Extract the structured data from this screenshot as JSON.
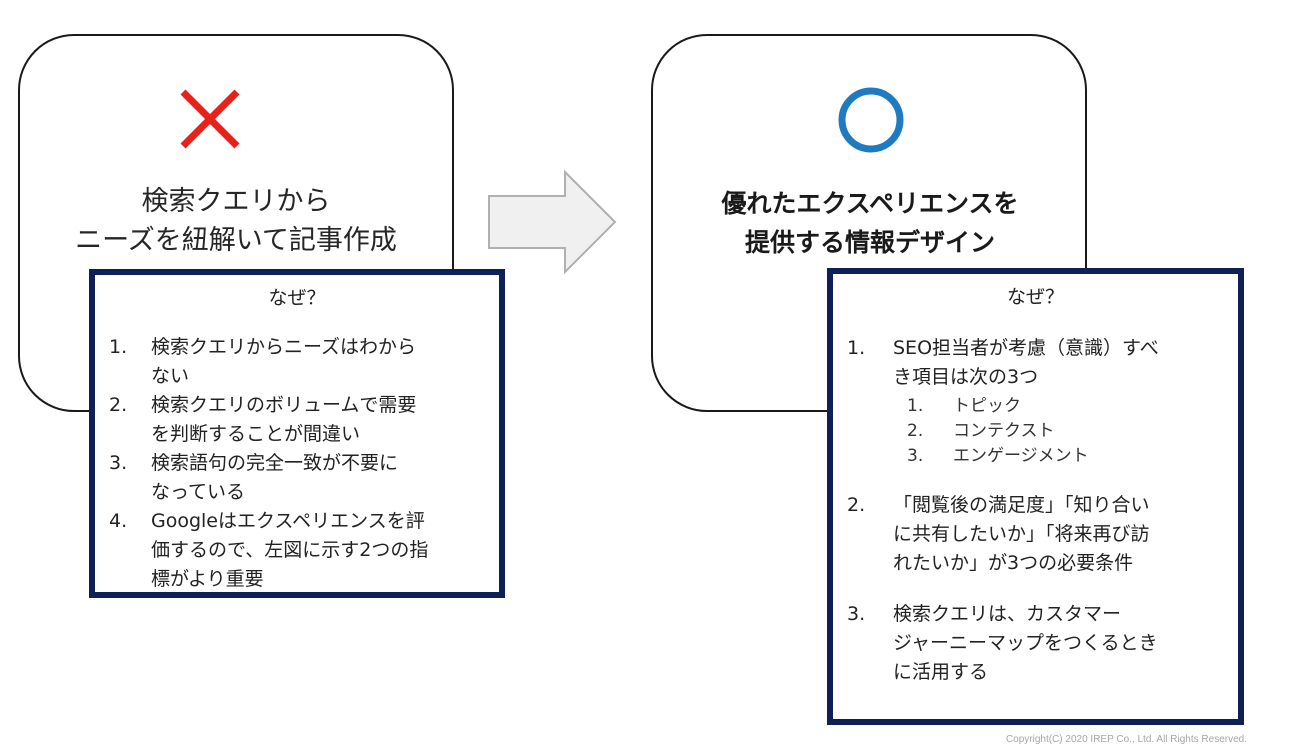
{
  "left_panel": {
    "symbol_icon": "cross-mark-icon",
    "symbol_color": "#e8211b",
    "heading_lines": [
      "検索クエリから",
      "ニーズを紐解いて記事作成"
    ],
    "reasons_title": "なぜ？",
    "reasons": [
      {
        "num": "1.",
        "text": [
          "検索クエリからニーズはわから",
          "ない"
        ]
      },
      {
        "num": "2.",
        "text": [
          "検索クエリのボリュームで需要",
          "を判断することが間違い"
        ]
      },
      {
        "num": "3.",
        "text": [
          "検索語句の完全一致が不要に",
          "なっている"
        ]
      },
      {
        "num": "4.",
        "text": [
          "Googleはエクスペリエンスを評",
          "価するので、左図に示す2つの指",
          "標がより重要"
        ]
      }
    ]
  },
  "right_panel": {
    "symbol_icon": "circle-mark-icon",
    "symbol_color": "#1f7bc1",
    "heading_lines": [
      "優れたエクスペリエンスを",
      "提供する情報デザイン"
    ],
    "reasons_title": "なぜ？",
    "reasons": [
      {
        "num": "1.",
        "text": [
          "SEO担当者が考慮（意識）すべ",
          "き項目は次の3つ"
        ],
        "sub": [
          {
            "num": "1.",
            "text": "トピック"
          },
          {
            "num": "2.",
            "text": "コンテクスト"
          },
          {
            "num": "3.",
            "text": "エンゲージメント"
          }
        ]
      },
      {
        "num": "2.",
        "text": [
          "「閲覧後の満足度」「知り合い",
          "に共有したいか」「将来再び訪",
          "れたいか」が3つの必要条件"
        ]
      },
      {
        "num": "3.",
        "text": [
          "検索クエリは、カスタマー",
          "ジャーニーマップをつくるとき",
          "に活用する"
        ]
      }
    ]
  },
  "arrow_icon": "right-arrow-icon",
  "colors": {
    "box_border": "#0f2057",
    "arrow_fill": "#f0f0f0",
    "arrow_stroke": "#b0b0b0"
  },
  "copyright": "Copyright(C) 2020 IREP Co., Ltd. All Rights Reserved."
}
